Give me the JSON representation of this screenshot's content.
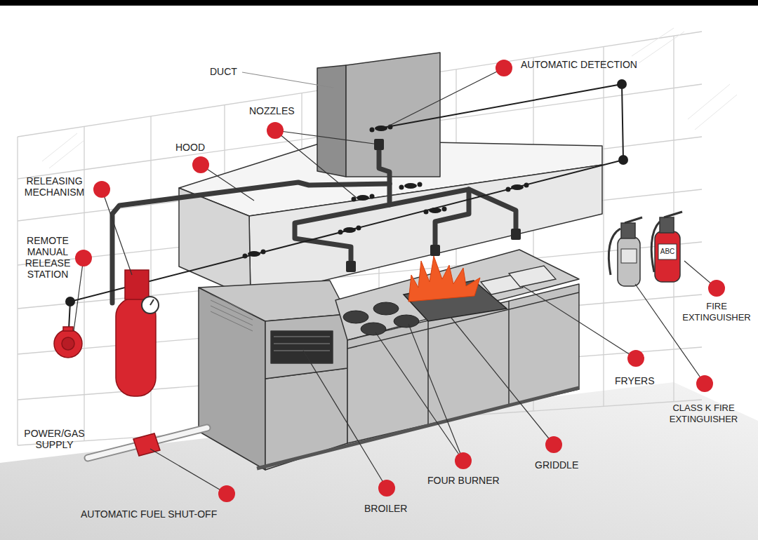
{
  "diagram": {
    "labels": [
      "DUCT",
      "AUTOMATIC DETECTION",
      "NOZZLES",
      "HOOD",
      "RELEASING MECHANISM",
      "REMOTE MANUAL RELEASE STATION",
      "ABC",
      "FIRE EXTINGUISHER",
      "FRYERS",
      "CLASS K FIRE EXTINGUISHER",
      "POWER/GAS SUPPLY",
      "AUTOMATIC FUEL SHUT-OFF",
      "BROILER",
      "FOUR BURNER",
      "GRIDDLE"
    ]
  }
}
